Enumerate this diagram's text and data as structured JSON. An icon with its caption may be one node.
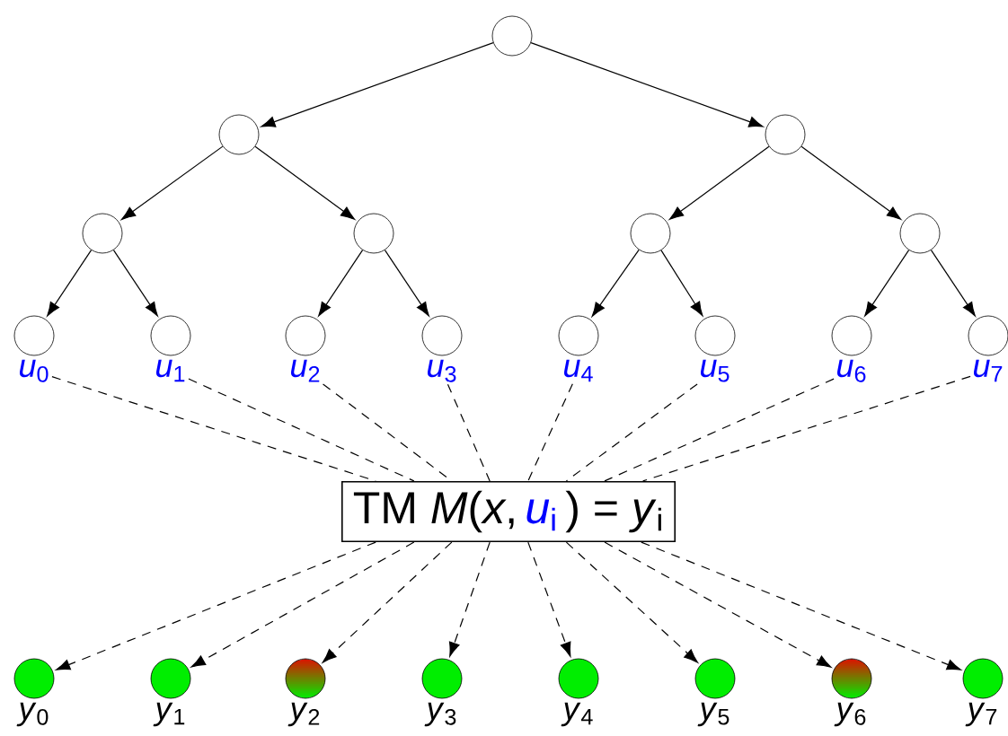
{
  "diagram": {
    "nodes": [
      {
        "text": [],
        "shape": "circle"
      },
      {
        "text": [],
        "shape": "circle"
      },
      {
        "text": [],
        "shape": "circle"
      },
      {
        "text": [],
        "shape": "circle"
      },
      {
        "text": [],
        "shape": "circle"
      },
      {
        "text": [],
        "shape": "circle"
      },
      {
        "text": [],
        "shape": "circle"
      },
      {
        "text": [],
        "shape": "circle",
        "beside": [
          "*u*$_{0}$"
        ]
      },
      {
        "text": [],
        "shape": "circle",
        "beside": [
          "*u*$_{1}$"
        ]
      },
      {
        "text": [],
        "shape": "circle",
        "beside": [
          "*u*$_{2}$"
        ]
      },
      {
        "text": [],
        "shape": "circle",
        "beside": [
          "*u*$_{3}$"
        ]
      },
      {
        "text": [],
        "shape": "circle",
        "beside": [
          "*u*$_{4}$"
        ]
      },
      {
        "text": [],
        "shape": "circle",
        "beside": [
          "*u*$_{5}$"
        ]
      },
      {
        "text": [],
        "shape": "circle",
        "beside": [
          "*u*$_{6}$"
        ]
      },
      {
        "text": [],
        "shape": "circle",
        "beside": [
          "*u*$_{7}$"
        ]
      },
      {
        "text": [
          "TM *M*(*x*,",
          "*u*$_{i}$",
          ") = *y*$_{i}$"
        ]
      },
      {
        "text": [],
        "shape": "circle",
        "beside": [
          "*y*$_{0}$"
        ]
      },
      {
        "text": [],
        "shape": "circle",
        "beside": [
          "*y*$_{1}$"
        ]
      },
      {
        "text": [],
        "shape": "circle",
        "beside": [
          "*y*$_{2}$"
        ]
      },
      {
        "text": [],
        "shape": "circle",
        "beside": [
          "*y*$_{3}$"
        ]
      },
      {
        "text": [],
        "shape": "circle",
        "beside": [
          "*y*$_{4}$"
        ]
      },
      {
        "text": [],
        "shape": "circle",
        "beside": [
          "*y*$_{5}$"
        ]
      },
      {
        "text": [],
        "shape": "circle",
        "beside": [
          "*y*$_{6}$"
        ]
      },
      {
        "text": [],
        "shape": "circle",
        "beside": [
          "*y*$_{7}$"
        ]
      }
    ],
    "edges": [
      {
        "from": 0,
        "to": 1,
        "arrow": "to"
      },
      {
        "from": 0,
        "to": 2,
        "arrow": "to"
      },
      {
        "from": 1,
        "to": 3,
        "arrow": "to"
      },
      {
        "from": 1,
        "to": 4,
        "arrow": "to"
      },
      {
        "from": 2,
        "to": 5,
        "arrow": "to"
      },
      {
        "from": 2,
        "to": 6,
        "arrow": "to"
      },
      {
        "from": 3,
        "to": 7,
        "arrow": "to"
      },
      {
        "from": 3,
        "to": 8,
        "arrow": "to"
      },
      {
        "from": 4,
        "to": 9,
        "arrow": "to"
      },
      {
        "from": 4,
        "to": 10,
        "arrow": "to"
      },
      {
        "from": 5,
        "to": 11,
        "arrow": "to"
      },
      {
        "from": 5,
        "to": 12,
        "arrow": "to"
      },
      {
        "from": 6,
        "to": 13,
        "arrow": "to"
      },
      {
        "from": 6,
        "to": 14,
        "arrow": "to"
      },
      {
        "from": 7,
        "to": 15,
        "arrow": "none",
        "style": "dashed"
      },
      {
        "from": 8,
        "to": 15,
        "arrow": "none",
        "style": "dashed"
      },
      {
        "from": 9,
        "to": 15,
        "arrow": "none",
        "style": "dashed"
      },
      {
        "from": 10,
        "to": 15,
        "arrow": "none",
        "style": "dashed"
      },
      {
        "from": 11,
        "to": 15,
        "arrow": "none",
        "style": "dashed"
      },
      {
        "from": 12,
        "to": 15,
        "arrow": "none",
        "style": "dashed"
      },
      {
        "from": 13,
        "to": 15,
        "arrow": "none",
        "style": "dashed"
      },
      {
        "from": 14,
        "to": 15,
        "arrow": "none",
        "style": "dashed"
      },
      {
        "from": 15,
        "to": 16,
        "arrow": "to",
        "style": "dashed"
      },
      {
        "from": 15,
        "to": 17,
        "arrow": "to",
        "style": "dashed"
      },
      {
        "from": 15,
        "to": 18,
        "arrow": "to",
        "style": "dashed"
      },
      {
        "from": 15,
        "to": 19,
        "arrow": "to",
        "style": "dashed"
      },
      {
        "from": 15,
        "to": 20,
        "arrow": "to",
        "style": "dashed"
      },
      {
        "from": 15,
        "to": 21,
        "arrow": "to",
        "style": "dashed"
      },
      {
        "from": 15,
        "to": 22,
        "arrow": "to",
        "style": "dashed"
      },
      {
        "from": 15,
        "to": 23,
        "arrow": "to",
        "style": "dashed"
      }
    ]
  }
}
